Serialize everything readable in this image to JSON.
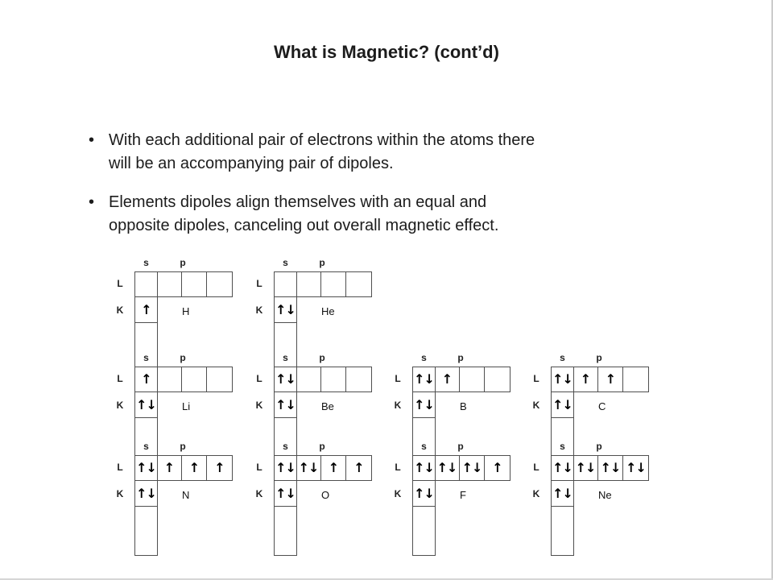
{
  "slide": {
    "title": "What is Magnetic? (cont’d)",
    "bullets": [
      {
        "lines": [
          "With each additional pair of electrons within the atoms there",
          "will be an accompanying pair of dipoles."
        ]
      },
      {
        "lines": [
          "Elements dipoles align themselves with an equal and",
          "opposite dipoles, canceling out overall magnetic effect."
        ]
      }
    ]
  },
  "diagram": {
    "orbital_labels": [
      "s",
      "p"
    ],
    "shell_labels": [
      "L",
      "K"
    ],
    "elements": [
      {
        "symbol": "H",
        "col": 0,
        "row": 0,
        "cells": {
          "Ls": "",
          "p": [
            "",
            "",
            ""
          ],
          "Ks": "↑"
        }
      },
      {
        "symbol": "He",
        "col": 1,
        "row": 0,
        "cells": {
          "Ls": "",
          "p": [
            "",
            "",
            ""
          ],
          "Ks": "↑↓"
        }
      },
      {
        "symbol": "Li",
        "col": 0,
        "row": 1,
        "cells": {
          "Ls": "↑",
          "p": [
            "",
            "",
            ""
          ],
          "Ks": "↑↓"
        }
      },
      {
        "symbol": "Be",
        "col": 1,
        "row": 1,
        "cells": {
          "Ls": "↑↓",
          "p": [
            "",
            "",
            ""
          ],
          "Ks": "↑↓"
        }
      },
      {
        "symbol": "B",
        "col": 2,
        "row": 1,
        "cells": {
          "Ls": "↑↓",
          "p": [
            "↑",
            "",
            ""
          ],
          "Ks": "↑↓"
        }
      },
      {
        "symbol": "C",
        "col": 3,
        "row": 1,
        "cells": {
          "Ls": "↑↓",
          "p": [
            "↑",
            "↑",
            ""
          ],
          "Ks": "↑↓"
        }
      },
      {
        "symbol": "N",
        "col": 0,
        "row": 2,
        "cells": {
          "Ls": "↑↓",
          "p": [
            "↑",
            "↑",
            "↑"
          ],
          "Ks": "↑↓"
        }
      },
      {
        "symbol": "O",
        "col": 1,
        "row": 2,
        "cells": {
          "Ls": "↑↓",
          "p": [
            "↑↓",
            "↑",
            "↑"
          ],
          "Ks": "↑↓"
        }
      },
      {
        "symbol": "F",
        "col": 2,
        "row": 2,
        "cells": {
          "Ls": "↑↓",
          "p": [
            "↑↓",
            "↑↓",
            "↑"
          ],
          "Ks": "↑↓"
        }
      },
      {
        "symbol": "Ne",
        "col": 3,
        "row": 2,
        "cells": {
          "Ls": "↑↓",
          "p": [
            "↑↓",
            "↑↓",
            "↑↓"
          ],
          "Ks": "↑↓"
        }
      }
    ]
  }
}
